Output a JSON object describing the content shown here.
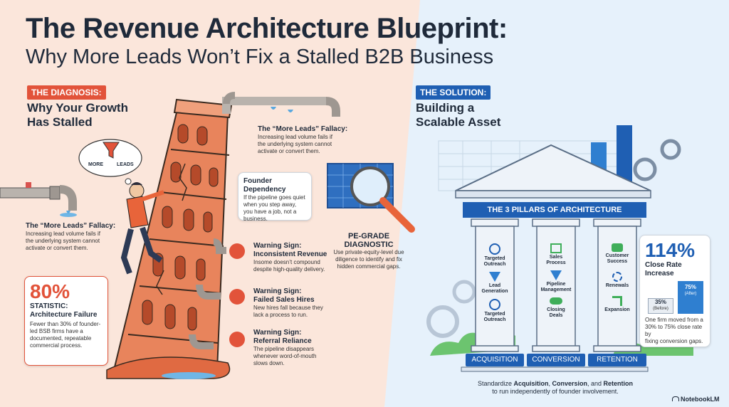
{
  "header": {
    "title": "The Revenue Architecture Blueprint:",
    "subtitle": "Why More Leads Won’t Fix a Stalled B2B Business"
  },
  "diagnosis": {
    "tag": "THE DIAGNOSIS:",
    "heading_line1": "Why Your Growth",
    "heading_line2": "Has Stalled",
    "funnel_left": "MORE",
    "funnel_right": "LEADS",
    "fallacy_left": {
      "title": "The “More Leads” Fallacy:",
      "line1": "Increasing lead volume fails if",
      "line2": "the underlying system cannot",
      "line3": "activate or convert them."
    },
    "fallacy_top": {
      "title": "The “More Leads” Fallacy:",
      "line1": "Increasing lead volume fails if",
      "line2": "the underlying system cannot",
      "line3": "activate or convert them."
    },
    "founder": {
      "title": "Founder Dependency",
      "line1": "If the pipeline goes quiet",
      "line2": "when you step away,",
      "line3": "you have a job, not a",
      "line4": "business."
    },
    "stat": {
      "value": "80%",
      "label_line1": "STATISTIC:",
      "label_line2": "Architecture Failure",
      "line1": "Fewer than 30% of founder-",
      "line2": "led BSB firms have a",
      "line3": "documented, repeatable",
      "line4": "commercial process."
    },
    "warnings": [
      {
        "title_line1": "Warning Sign:",
        "title_line2": "Inconsistent Revenue",
        "line1": "Insome doesn’t compound",
        "line2": "despite high-quality delivery."
      },
      {
        "title_line1": "Warning Sign:",
        "title_line2": "Failed Sales Hires",
        "line1": "New hires fall because they",
        "line2": "lack a process to run."
      },
      {
        "title_line1": "Warning Sign:",
        "title_line2": "Referral Reliance",
        "line1": "The pipeline disappears",
        "line2": "whenever word-of-mouth",
        "line3": "slows down."
      }
    ]
  },
  "diagnostic": {
    "title_line1": "PE-GRADE",
    "title_line2": "DIAGNOSTIC",
    "line1": "Use private-equity-level due",
    "line2": "diligence to identify and fix",
    "line3": "hidden commercial gaps."
  },
  "solution": {
    "tag": "THE SOLUTION:",
    "heading_line1": "Building a",
    "heading_line2": "Scalable Asset",
    "banner": "THE 3 PILLARS OF ARCHITECTURE",
    "pillars": [
      {
        "footer": "ACQUISITION",
        "items": [
          {
            "icon": "target-icon",
            "line1": "Targeted",
            "line2": "Outreach"
          },
          {
            "icon": "funnel-icon",
            "line1": "Lead",
            "line2": "Generation"
          },
          {
            "icon": "target-icon",
            "line1": "Targeted",
            "line2": "Outreach"
          }
        ]
      },
      {
        "footer": "CONVERSION",
        "items": [
          {
            "icon": "network-icon",
            "line1": "Sales",
            "line2": "Process"
          },
          {
            "icon": "funnel-icon",
            "line1": "Pipeline",
            "line2": "Management"
          },
          {
            "icon": "handshake-icon",
            "line1": "Closing",
            "line2": "Deals"
          }
        ]
      },
      {
        "footer": "RETENTION",
        "items": [
          {
            "icon": "hand-heart-icon",
            "line1": "Customer",
            "line2": "Success"
          },
          {
            "icon": "refresh-icon",
            "line1": "Renewals",
            "line2": ""
          },
          {
            "icon": "growth-icon",
            "line1": "Expansion",
            "line2": ""
          }
        ]
      }
    ],
    "closerate": {
      "value": "114%",
      "label_line1": "Close Rate",
      "label_line2": "Increase",
      "before_value": "35%",
      "before_label": "(Before)",
      "after_value": "75%",
      "after_label": "(After)",
      "line1": "One firm moved from a",
      "line2": "30% to 75% close rate by",
      "line3": "fixing conversion gaps."
    },
    "footer_pre": "Standardize ",
    "footer_b1": "Acquisition",
    "footer_mid1": ", ",
    "footer_b2": "Conversion",
    "footer_mid2": ", and ",
    "footer_b3": "Retention",
    "footer_line2": "to run independently of founder involvement."
  },
  "brand": "NotebookLM",
  "colors": {
    "accent_red": "#e2533a",
    "accent_blue": "#1f5fb3",
    "ink": "#1f2a3a",
    "tower": "#e8845c",
    "green": "#5fbf6a"
  }
}
